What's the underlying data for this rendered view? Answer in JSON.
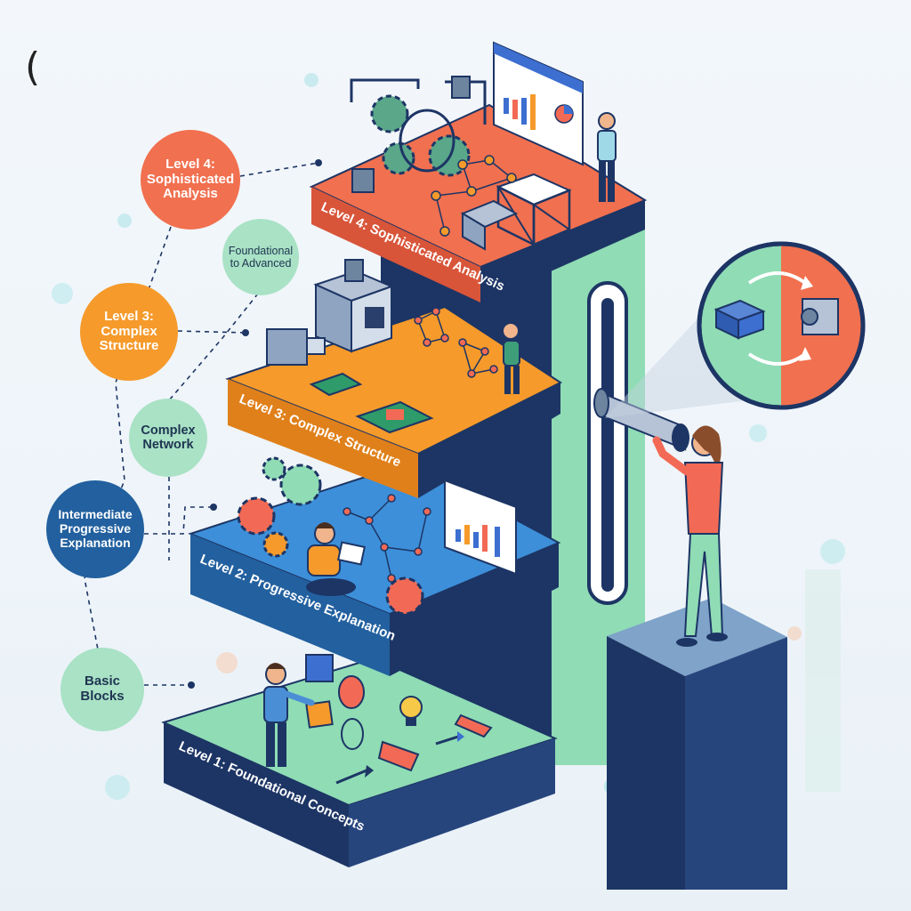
{
  "corner_mark": "(",
  "bubbles": {
    "level4": "Level 4: Sophisticated Analysis",
    "foundational_advanced": "Foundational to Advanced",
    "level3": "Level 3: Complex Structure",
    "complex_network": "Complex Network",
    "intermediate": "Intermediate Progressive Explanation",
    "basic_blocks": "Basic Blocks"
  },
  "platforms": {
    "level1": "Level 1: Foundational Concepts",
    "level2": "Level 2: Progressive Explanation",
    "level3": "Level 3: Complex Structure",
    "level4": "Level 4: Sophisticated Analysis"
  },
  "colors": {
    "level1": "#8fdcb5",
    "level2": "#3d8fd9",
    "level3": "#f59a2b",
    "level4": "#f1704f",
    "navy": "#1d3565",
    "mint": "#8fdcb5"
  }
}
